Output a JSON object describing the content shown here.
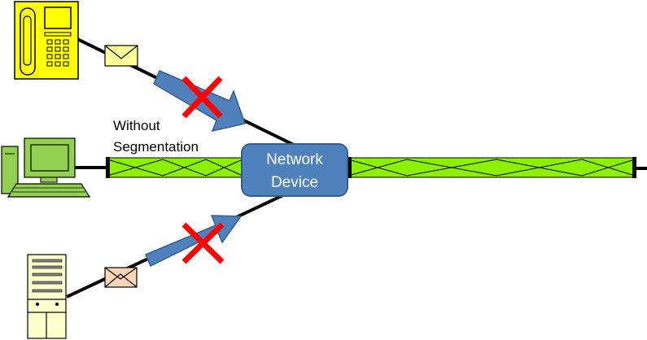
{
  "annotation": {
    "line1": "Without",
    "line2": "Segmentation"
  },
  "network_device": {
    "line1": "Network",
    "line2": "Device"
  },
  "colors": {
    "phone_body": "#FFFF00",
    "computer_screen": "#92D050",
    "server_body": "#FFFFCC",
    "green_stream": "#8CF000",
    "envelope_yellow": "#FFFF99",
    "envelope_orange": "#FBD5B5",
    "arrow_blue": "#4F81BD",
    "device_fill": "#4F81BD",
    "device_border": "#385D8A",
    "blocked_x": "#FF0000"
  },
  "icons": {
    "phone": "telephone-icon",
    "computer": "desktop-computer-icon",
    "server": "server-icon",
    "envelope_top": "envelope-icon",
    "envelope_bottom": "envelope-icon",
    "blocked_top": "blocked-x-icon",
    "blocked_bottom": "blocked-x-icon"
  }
}
